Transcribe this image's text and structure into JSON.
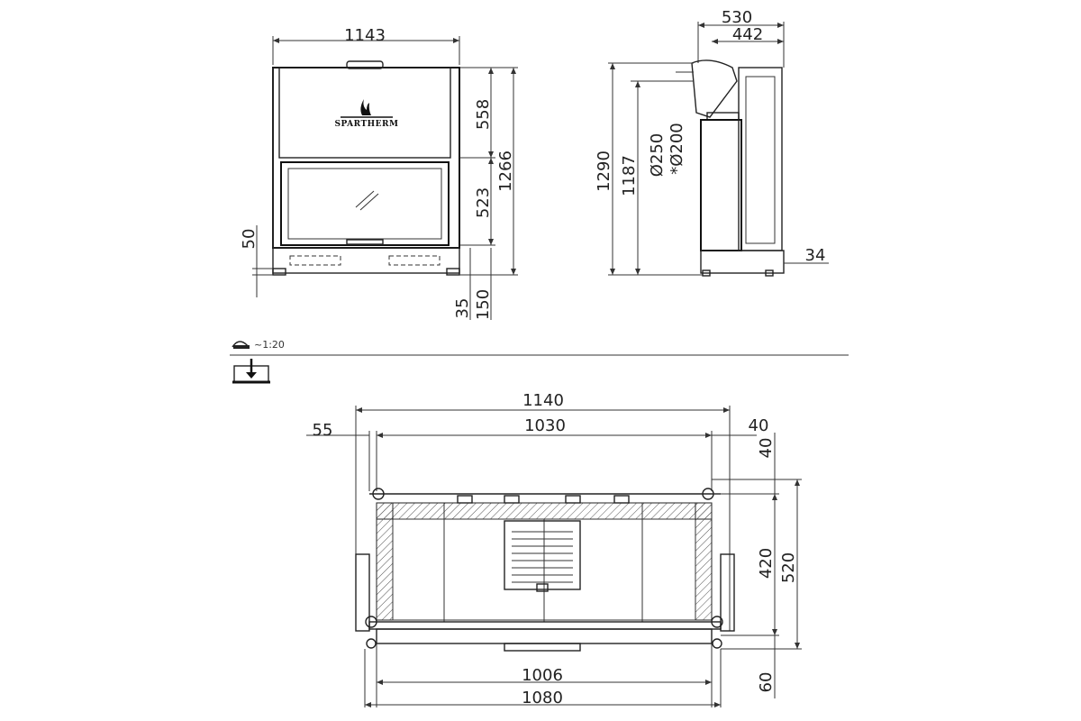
{
  "drawing": {
    "front_view": {
      "logo_text": "SPARTHERM",
      "dimensions": {
        "width": "1143",
        "top_section": "558",
        "total_height": "1266",
        "door_height": "523",
        "base_offset": "50",
        "foot": "35",
        "base_height": "150"
      }
    },
    "side_view": {
      "dimensions": {
        "depth": "530",
        "inner_depth": "442",
        "total_height": "1290",
        "flue_height": "1187",
        "flue_outer": "Ø250",
        "flue_inner": "*Ø200",
        "rear_offset": "34"
      }
    },
    "scale_label": "~1:20",
    "plan_view": {
      "dimensions": {
        "outer_width": "1140",
        "inner_width": "1030",
        "left_offset": "55",
        "right_offset": "40",
        "rear_offset": "40",
        "inner_depth": "420",
        "total_depth": "520",
        "front_width": "1006",
        "base_width": "1080",
        "front_depth": "60"
      }
    }
  }
}
